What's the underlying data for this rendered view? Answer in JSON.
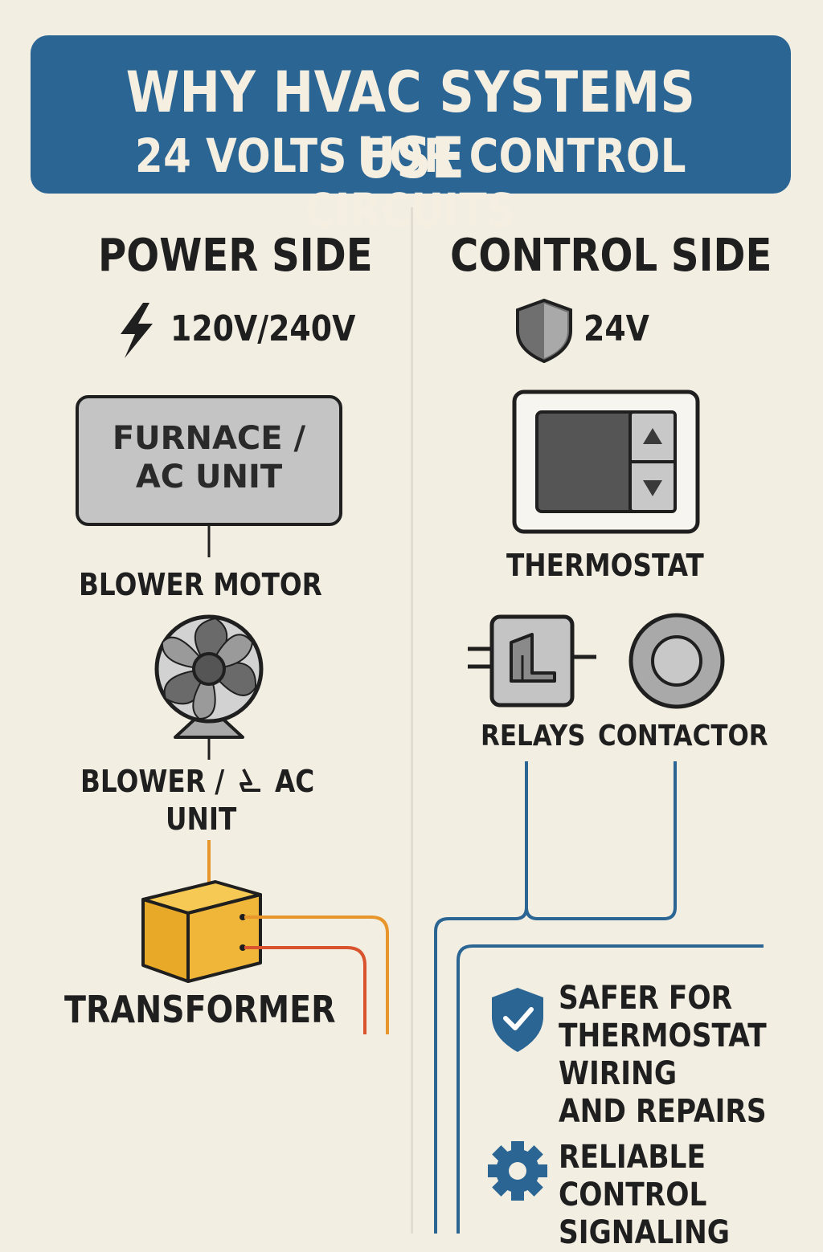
{
  "header": {
    "line1": "WHY HVAC SYSTEMS USE",
    "line2": "24 VOLTS FOR CONTROL CIRCUITS"
  },
  "power_side": {
    "title": "POWER SIDE",
    "voltage": "120V/240V",
    "unit_label_line1": "FURNACE /",
    "unit_label_line2": "AC UNIT",
    "blower_motor_label": "BLOWER MOTOR",
    "blower_label_line1_a": "BLOWER /",
    "blower_label_line1_b": "AC",
    "blower_label_line2": "UNIT",
    "transformer_label": "TRANSFORMER"
  },
  "control_side": {
    "title": "CONTROL SIDE",
    "voltage": "24V",
    "thermostat_label": "THERMOSTAT",
    "relays_label": "RELAYS",
    "contactor_label": "CONTACTOR"
  },
  "benefits": [
    {
      "icon": "shield-check-icon",
      "lines": [
        "SAFER FOR",
        "THERMOSTAT",
        "WIRING",
        "AND REPAIRS"
      ]
    },
    {
      "icon": "gear-icon",
      "lines": [
        "RELIABLE",
        "CONTROL",
        "SIGNALING"
      ]
    }
  ],
  "colors": {
    "banner": "#2a6594",
    "background": "#f3eee2",
    "wire_blue": "#2a6594",
    "wire_orange": "#e8962c",
    "wire_red": "#d9542e",
    "transformer": "#f0b63a"
  }
}
